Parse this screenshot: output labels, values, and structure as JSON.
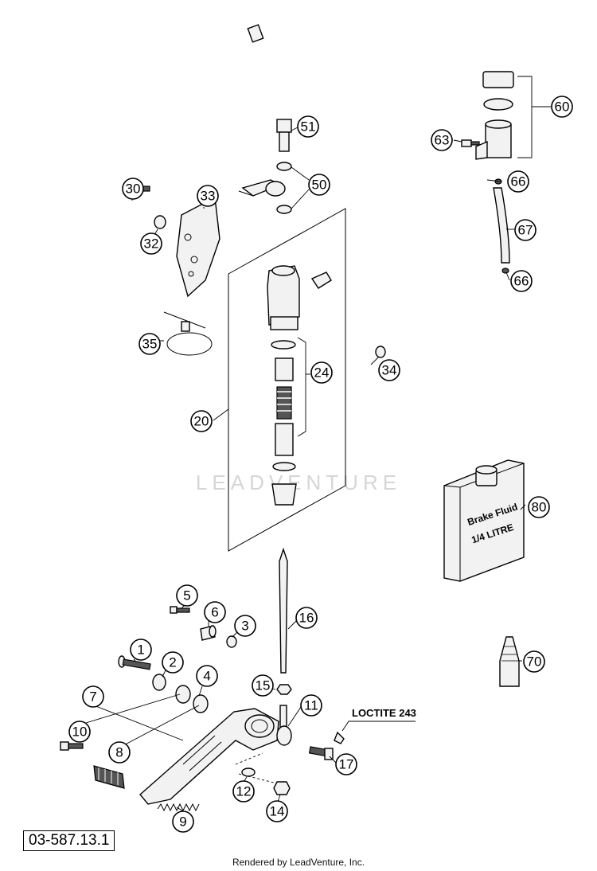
{
  "watermark": "LEADVENTURE",
  "diagram_id": "03-587.13.1",
  "footer": "Rendered by LeadVenture, Inc.",
  "loctite_note": "LOCTITE 243",
  "bottle_label": {
    "line1": "Brake Fluid",
    "line2": "1/4 LITRE"
  },
  "callouts": {
    "c1": "1",
    "c2": "2",
    "c3": "3",
    "c4": "4",
    "c5": "5",
    "c6": "6",
    "c7": "7",
    "c8": "8",
    "c9": "9",
    "c10": "10",
    "c11": "11",
    "c12": "12",
    "c14": "14",
    "c15": "15",
    "c16": "16",
    "c17": "17",
    "c20": "20",
    "c24": "24",
    "c30": "30",
    "c32": "32",
    "c33": "33",
    "c34": "34",
    "c35": "35",
    "c50": "50",
    "c51": "51",
    "c60": "60",
    "c63": "63",
    "c66a": "66",
    "c66b": "66",
    "c67": "67",
    "c70": "70",
    "c80": "80"
  }
}
